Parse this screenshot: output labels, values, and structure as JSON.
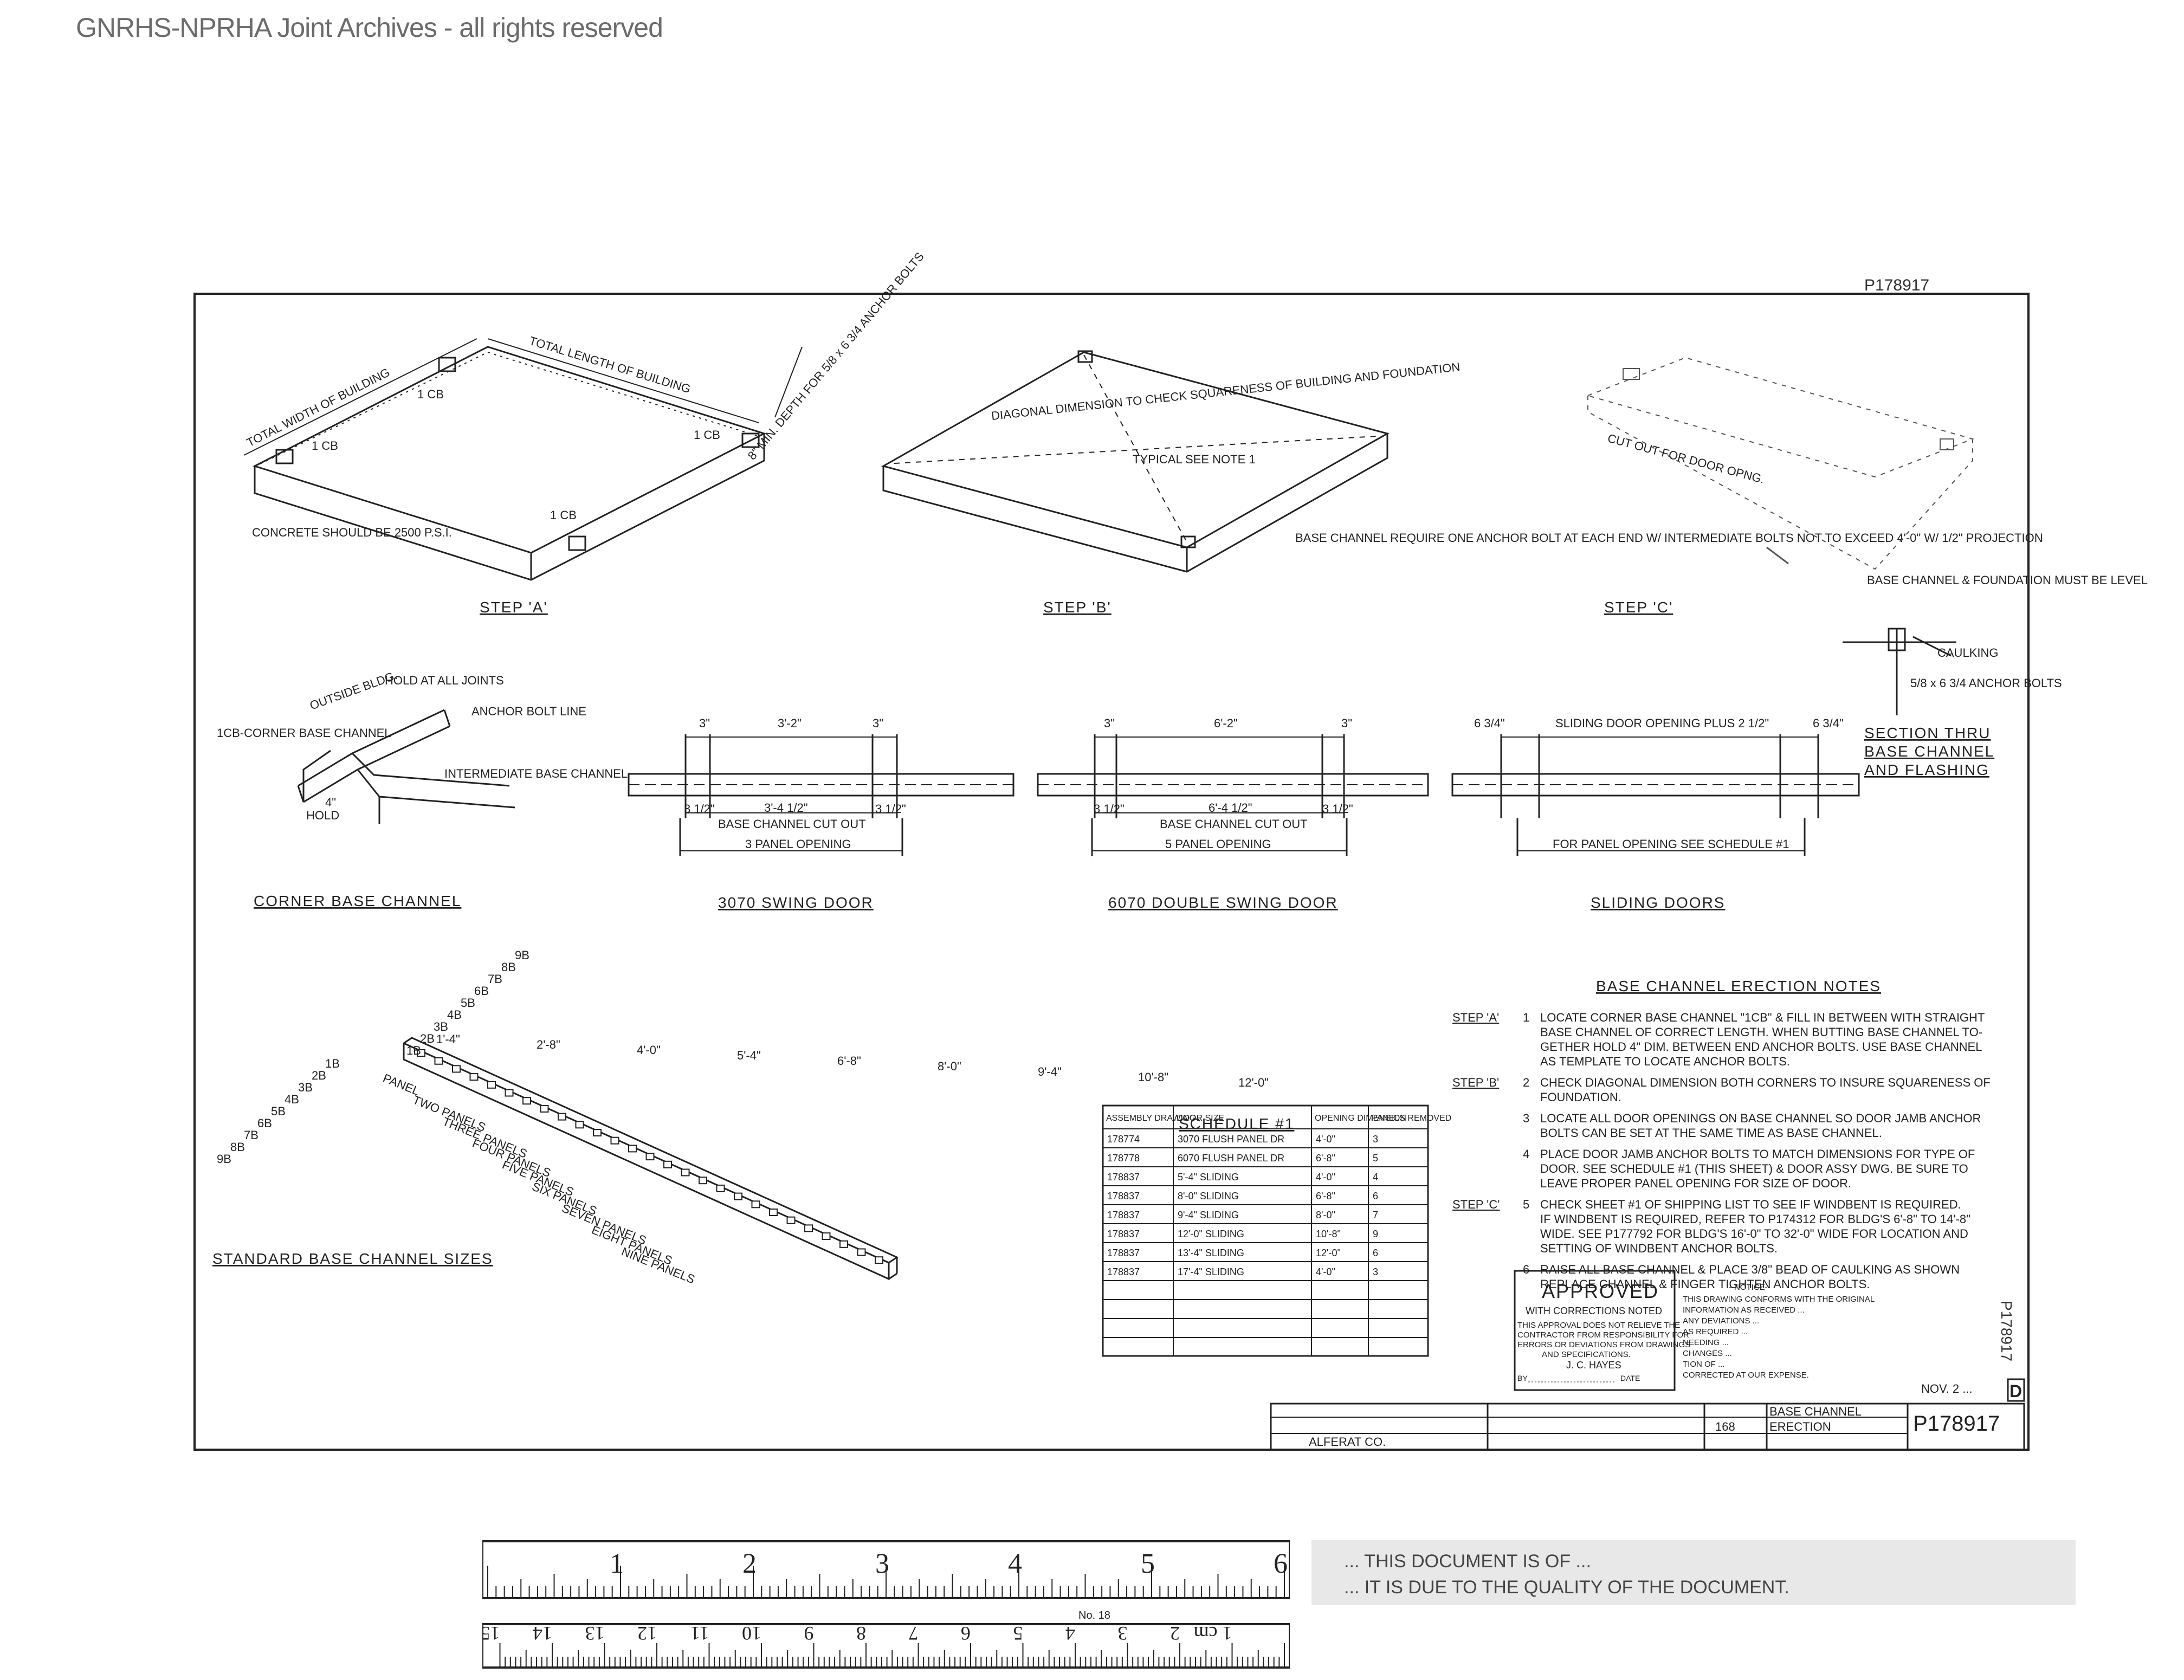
{
  "watermark": "GNRHS-NPRHA Joint Archives - all rights reserved",
  "drawing_number_top": "P178917",
  "drawing_number_side": "P178917",
  "step_a": {
    "title": "STEP 'A'",
    "labels": [
      "TOTAL LENGTH OF BUILDING",
      "TOTAL WIDTH OF BUILDING",
      "1 CB",
      "1 CB",
      "1 CB",
      "1 CB",
      "8\" MIN. DEPTH FOR 5/8 x 6 3/4 ANCHOR BOLTS",
      "CONCRETE SHOULD BE 2500 P.S.I."
    ]
  },
  "step_b": {
    "title": "STEP 'B'",
    "labels": [
      "DIAGONAL DIMENSION TO CHECK SQUARENESS OF BUILDING AND FOUNDATION",
      "TYPICAL SEE NOTE 1",
      "BASE CHANNEL REQUIRE ONE ANCHOR BOLT AT EACH END W/ INTERMEDIATE BOLTS NOT TO EXCEED 4'-0\" W/ 1/2\" PROJECTION"
    ]
  },
  "step_c": {
    "title": "STEP 'C'",
    "labels": [
      "CUT OUT FOR DOOR OPNG."
    ]
  },
  "section": {
    "title_lines": [
      "SECTION THRU",
      "BASE CHANNEL",
      "AND FLASHING"
    ],
    "labels": [
      "BASE CHANNEL & FOUNDATION MUST BE LEVEL",
      "CAULKING",
      "5/8 x 6 3/4 ANCHOR BOLTS"
    ]
  },
  "corner": {
    "title": "CORNER BASE CHANNEL",
    "labels": [
      "OUTSIDE BLDG.",
      "HOLD AT ALL JOINTS",
      "ANCHOR BOLT LINE",
      "1CB-CORNER BASE CHANNEL",
      "INTERMEDIATE BASE CHANNEL",
      "HOLD",
      "4\""
    ]
  },
  "door_3070": {
    "title": "3070 SWING DOOR",
    "dims_top": [
      "3\"",
      "3'-2\"",
      "3\""
    ],
    "dims_bottom": [
      "3 1/2\"",
      "3'-4 1/2\"",
      "3 1/2\""
    ],
    "labels": [
      "BASE CHANNEL CUT OUT",
      "3 PANEL OPENING"
    ]
  },
  "door_6070": {
    "title": "6070 DOUBLE SWING DOOR",
    "dims_top": [
      "3\"",
      "6'-2\"",
      "3\""
    ],
    "dims_bottom": [
      "3 1/2\"",
      "6'-4 1/2\"",
      "3 1/2\""
    ],
    "labels": [
      "BASE CHANNEL CUT OUT",
      "5 PANEL OPENING"
    ]
  },
  "sliding": {
    "title": "SLIDING DOORS",
    "dims_top": [
      "6 3/4\"",
      "SLIDING DOOR OPENING PLUS 2 1/2\"",
      "6 3/4\""
    ],
    "labels": [
      "FOR PANEL OPENING SEE SCHEDULE #1"
    ]
  },
  "standard": {
    "title": "STANDARD BASE CHANNEL SIZES",
    "lengths": [
      "1'-4\"",
      "2'-8\"",
      "4'-0\"",
      "5'-4\"",
      "6'-8\"",
      "8'-0\"",
      "9'-4\"",
      "10'-8\"",
      "12'-0\""
    ],
    "marks_upper": [
      "9B",
      "8B",
      "7B",
      "6B",
      "5B",
      "4B",
      "3B",
      "2B",
      "1B"
    ],
    "marks_lower": [
      "1B",
      "2B",
      "3B",
      "4B",
      "5B",
      "6B",
      "7B",
      "8B",
      "9B"
    ],
    "panels": [
      "PANEL",
      "TWO PANELS",
      "THREE PANELS",
      "FOUR PANELS",
      "FIVE PANELS",
      "SIX PANELS",
      "SEVEN PANELS",
      "EIGHT PANELS",
      "NINE PANELS"
    ]
  },
  "schedule": {
    "title": "SCHEDULE #1",
    "headers": [
      "ASSEMBLY DRAWING",
      "DOOR SIZE",
      "OPENING DIMENSION",
      "PANELS REMOVED"
    ],
    "rows": [
      [
        "178774",
        "3070 FLUSH PANEL DR",
        "4'-0\"",
        "3"
      ],
      [
        "178778",
        "6070 FLUSH PANEL DR",
        "6'-8\"",
        "5"
      ],
      [
        "178837",
        "5'-4\" SLIDING",
        "4'-0\"",
        "4"
      ],
      [
        "178837",
        "8'-0\" SLIDING",
        "6'-8\"",
        "6"
      ],
      [
        "178837",
        "9'-4\" SLIDING",
        "8'-0\"",
        "7"
      ],
      [
        "178837",
        "12'-0\" SLIDING",
        "10'-8\"",
        "9"
      ],
      [
        "178837",
        "13'-4\" SLIDING",
        "12'-0\"",
        "6"
      ],
      [
        "178837",
        "17'-4\" SLIDING",
        "4'-0\"",
        "3"
      ]
    ]
  },
  "notes": {
    "title": "BASE CHANNEL ERECTION NOTES",
    "items": [
      {
        "step": "STEP 'A'",
        "num": "1",
        "lines": [
          "LOCATE CORNER BASE CHANNEL \"1CB\" & FILL IN BETWEEN WITH STRAIGHT",
          "BASE CHANNEL OF CORRECT LENGTH. WHEN BUTTING BASE CHANNEL TO-",
          "GETHER HOLD 4\" DIM. BETWEEN END ANCHOR BOLTS. USE BASE CHANNEL",
          "AS TEMPLATE TO LOCATE ANCHOR BOLTS."
        ]
      },
      {
        "step": "STEP 'B'",
        "num": "2",
        "lines": [
          "CHECK DIAGONAL DIMENSION BOTH CORNERS TO INSURE SQUARENESS OF",
          "FOUNDATION."
        ]
      },
      {
        "step": "",
        "num": "3",
        "lines": [
          "LOCATE ALL DOOR OPENINGS ON BASE CHANNEL SO DOOR JAMB ANCHOR",
          "BOLTS CAN BE SET AT THE SAME TIME AS BASE CHANNEL."
        ]
      },
      {
        "step": "",
        "num": "4",
        "lines": [
          "PLACE DOOR JAMB ANCHOR BOLTS TO MATCH DIMENSIONS FOR TYPE OF",
          "DOOR. SEE SCHEDULE #1 (THIS SHEET) & DOOR ASSY DWG. BE SURE TO",
          "LEAVE PROPER PANEL OPENING FOR SIZE OF DOOR."
        ]
      },
      {
        "step": "STEP 'C'",
        "num": "5",
        "lines": [
          "CHECK SHEET #1 OF SHIPPING LIST TO SEE IF WINDBENT IS REQUIRED.",
          "IF WINDBENT IS REQUIRED, REFER TO P174312 FOR BLDG'S 6'-8\" TO 14'-8\"",
          "WIDE. SEE P177792 FOR BLDG'S 16'-0\" TO 32'-0\" WIDE FOR LOCATION AND",
          "SETTING OF WINDBENT ANCHOR BOLTS."
        ]
      },
      {
        "step": "",
        "num": "6",
        "lines": [
          "RAISE ALL BASE CHANNEL & PLACE 3/8\" BEAD OF CAULKING AS SHOWN",
          "REPLACE CHANNEL & FINGER TIGHTEN ANCHOR BOLTS."
        ]
      }
    ]
  },
  "approved_stamp": {
    "title": "APPROVED",
    "subtitle": "WITH CORRECTIONS NOTED",
    "lines": [
      "THIS APPROVAL DOES NOT RELIEVE THE",
      "CONTRACTOR FROM RESPONSIBILITY FOR",
      "ERRORS OR DEVIATIONS FROM DRAWINGS",
      "AND SPECIFICATIONS."
    ],
    "signer": "J. C. HAYES",
    "by": "BY",
    "date": "DATE"
  },
  "notice": {
    "title": "--NOTICE--",
    "lines": [
      "THIS DRAWING CONFORMS WITH THE ORIGINAL",
      "INFORMATION AS RECEIVED ...",
      "ANY DEVIATIONS ...",
      "AS REQUIRED ...",
      "NEEDING ...",
      "CHANGES ...",
      "TION OF ...",
      "CORRECTED AT OUR EXPENSE."
    ]
  },
  "title_block": {
    "company": "ALFERAT CO.",
    "title_cells": [
      "BASE CHANNEL",
      "ERECTION"
    ],
    "drawing_number": "P178917",
    "sheet_size": "D",
    "date": "NOV. 2 ...",
    "cell_168": "168"
  },
  "ruler": {
    "inch_numbers": [
      "1",
      "2",
      "3",
      "4",
      "5",
      "6"
    ],
    "cm_numbers": [
      "1 cm",
      "2",
      "3",
      "4",
      "5",
      "6",
      "7",
      "8",
      "9",
      "10",
      "11",
      "12",
      "13",
      "14",
      "15"
    ],
    "model": "No. 18"
  },
  "bottom_strip_text": [
    "... THIS DOCUMENT IS OF ...",
    "... IT IS DUE TO THE QUALITY OF THE DOCUMENT."
  ]
}
